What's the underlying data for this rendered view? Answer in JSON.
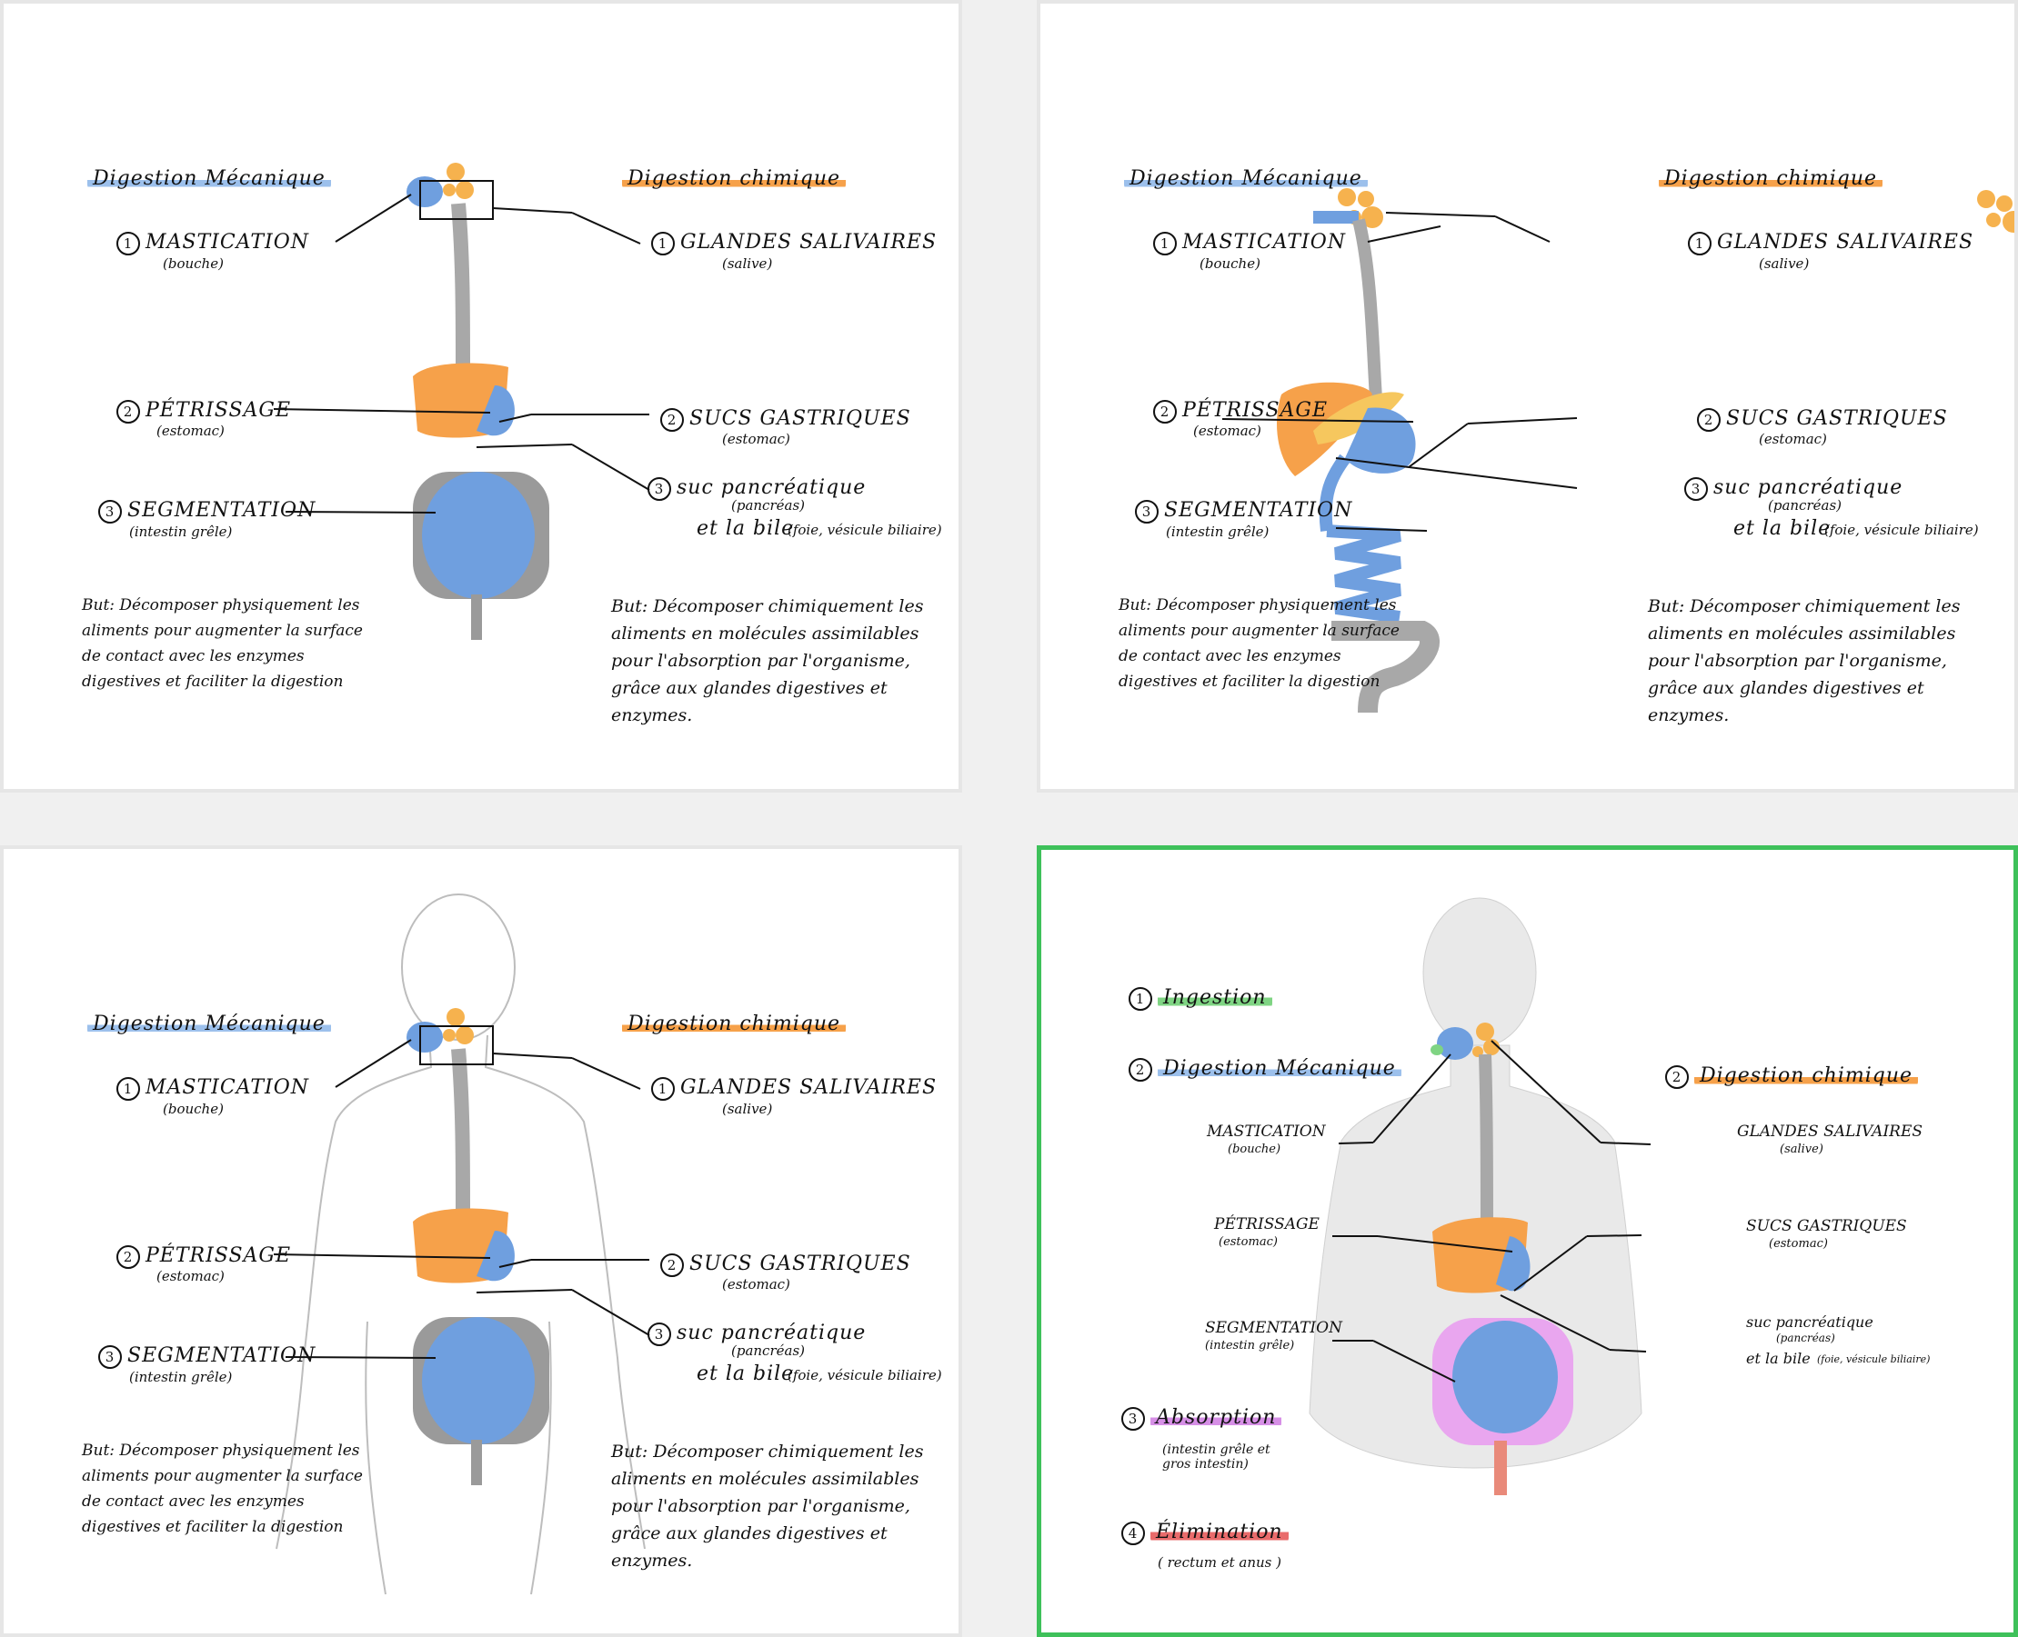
{
  "panels": [
    {
      "header_left": "Digestion Mécanique",
      "header_right": "Digestion chimique",
      "left_items": [
        {
          "num": "1",
          "label": "MASTICATION",
          "sub": "(bouche)"
        },
        {
          "num": "2",
          "label": "PÉTRISSAGE",
          "sub": "(estomac)"
        },
        {
          "num": "3",
          "label": "SEGMENTATION",
          "sub": "(intestin grêle)"
        }
      ],
      "right_items": [
        {
          "num": "1",
          "label": "GLANDES SALIVAIRES",
          "sub": "(salive)"
        },
        {
          "num": "2",
          "label": "SUCS GASTRIQUES",
          "sub": "(estomac)"
        },
        {
          "num": "3",
          "label": "suc pancréatique",
          "sub": "(pancréas)",
          "extra": "et la bile",
          "extra_sub": "(foie, vésicule biliaire)"
        }
      ],
      "goal_left": "But: Décomposer physiquement les aliments pour augmenter la surface de contact avec les enzymes digestives et faciliter la digestion",
      "goal_right": "But: Décomposer chimiquement les aliments en molécules assimilables pour l'absorption par l'organisme, grâce aux glandes digestives et enzymes."
    },
    {
      "header_left": "Digestion Mécanique",
      "header_right": "Digestion chimique",
      "left_items": [
        {
          "num": "1",
          "label": "MASTICATION",
          "sub": "(bouche)"
        },
        {
          "num": "2",
          "label": "PÉTRISSAGE",
          "sub": "(estomac)"
        },
        {
          "num": "3",
          "label": "SEGMENTATION",
          "sub": "(intestin grêle)"
        }
      ],
      "right_items": [
        {
          "num": "1",
          "label": "GLANDES SALIVAIRES",
          "sub": "(salive)"
        },
        {
          "num": "2",
          "label": "SUCS GASTRIQUES",
          "sub": "(estomac)"
        },
        {
          "num": "3",
          "label": "suc pancréatique",
          "sub": "(pancréas)",
          "extra": "et la bile",
          "extra_sub": "(foie, vésicule biliaire)"
        }
      ],
      "goal_left": "But: Décomposer physiquement les aliments pour augmenter la surface de contact avec les enzymes digestives et faciliter la digestion",
      "goal_right": "But: Décomposer chimiquement les aliments en molécules assimilables pour l'absorption par l'organisme, grâce aux glandes digestives et enzymes."
    },
    {
      "header_left": "Digestion Mécanique",
      "header_right": "Digestion chimique",
      "left_items": [
        {
          "num": "1",
          "label": "MASTICATION",
          "sub": "(bouche)"
        },
        {
          "num": "2",
          "label": "PÉTRISSAGE",
          "sub": "(estomac)"
        },
        {
          "num": "3",
          "label": "SEGMENTATION",
          "sub": "(intestin grêle)"
        }
      ],
      "right_items": [
        {
          "num": "1",
          "label": "GLANDES SALIVAIRES",
          "sub": "(salive)"
        },
        {
          "num": "2",
          "label": "SUCS GASTRIQUES",
          "sub": "(estomac)"
        },
        {
          "num": "3",
          "label": "suc pancréatique",
          "sub": "(pancréas)",
          "extra": "et la bile",
          "extra_sub": "(foie, vésicule biliaire)"
        }
      ],
      "goal_left": "But: Décomposer physiquement les aliments pour augmenter la surface de contact avec les enzymes digestives et faciliter la digestion",
      "goal_right": "But: Décomposer chimiquement les aliments en molécules assimilables pour l'absorption par l'organisme, grâce aux glandes digestives et enzymes."
    },
    {
      "step1": {
        "num": "1",
        "label": "Ingestion"
      },
      "step2": {
        "num": "2",
        "label": "Digestion Mécanique"
      },
      "step2_right": {
        "num": "2",
        "label": "Digestion chimique"
      },
      "left_items": [
        {
          "label": "MASTICATION",
          "sub": "(bouche)"
        },
        {
          "label": "PÉTRISSAGE",
          "sub": "(estomac)"
        },
        {
          "label": "SEGMENTATION",
          "sub": "(intestin grêle)"
        }
      ],
      "right_items": [
        {
          "label": "GLANDES SALIVAIRES",
          "sub": "(salive)"
        },
        {
          "label": "SUCS GASTRIQUES",
          "sub": "(estomac)"
        },
        {
          "label": "suc pancréatique",
          "sub": "(pancréas)",
          "extra": "et la bile",
          "extra_sub": "(foie, vésicule biliaire)"
        }
      ],
      "step3": {
        "num": "3",
        "label": "Absorption",
        "sub": "(intestin grêle et gros intestin)"
      },
      "step4": {
        "num": "4",
        "label": "Élimination",
        "sub": "( rectum et anus )"
      }
    }
  ],
  "colors": {
    "blue": "#6f9fdf",
    "orange": "#f6a14a",
    "gray": "#9a9a9a",
    "pink": "#e9a6ef",
    "red": "#e98a7a",
    "selected_border": "#3ec15a"
  }
}
